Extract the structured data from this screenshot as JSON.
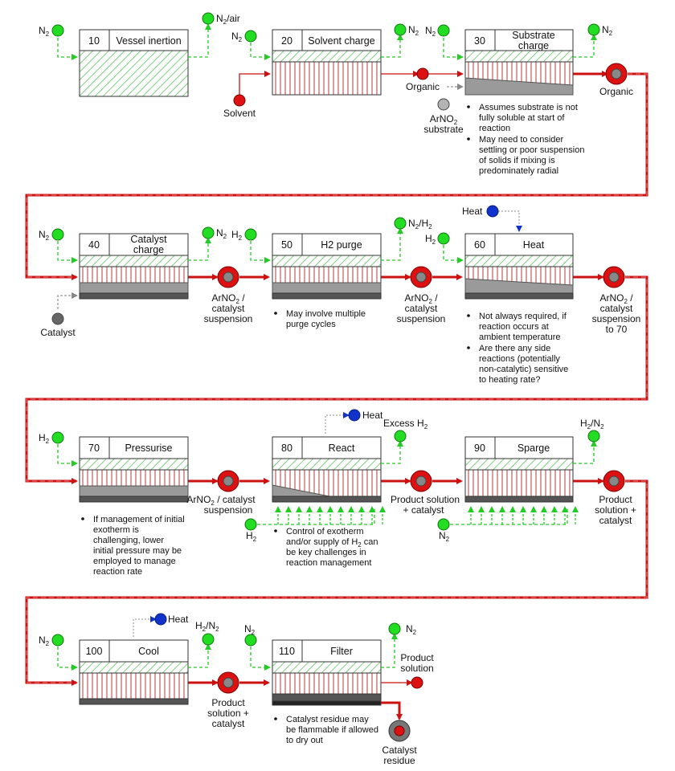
{
  "colors": {
    "process_line": "#cc1111",
    "gas_line": "#22cc22",
    "gas_node": "#22dd22",
    "heat_node": "#1133cc",
    "liquid_node": "#dd1111",
    "solid_node_light": "#b4b4b4",
    "solid_node_dark": "#666666",
    "hatch_green": "#5fbf5f",
    "hatch_red": "#b23b3b"
  },
  "steps": [
    {
      "num": "10",
      "title": "Vessel inertion",
      "gas_in": {
        "text": "N",
        "sub": "2"
      },
      "gas_out": {
        "text": "N",
        "sub": "2",
        "tail": "/air"
      }
    },
    {
      "num": "20",
      "title": "Solvent charge",
      "gas_in": {
        "text": "N",
        "sub": "2"
      },
      "gas_out": {
        "text": "N",
        "sub": "2"
      },
      "feed": "Solvent",
      "out_label": "Organic"
    },
    {
      "num": "30",
      "title": "Substrate charge",
      "gas_in": {
        "text": "N",
        "sub": "2"
      },
      "gas_out": {
        "text": "N",
        "sub": "2"
      },
      "feed": "ArNO2 substrate",
      "out_label": "Organic",
      "notes": [
        "Assumes substrate is not fully soluble at start of reaction",
        "May need to consider settling or poor suspension of solids if mixing is predominately radial"
      ]
    },
    {
      "num": "40",
      "title": "Catalyst charge",
      "gas_in": {
        "text": "N",
        "sub": "2"
      },
      "gas_out": {
        "text": "N",
        "sub": "2"
      },
      "feed": "Catalyst",
      "out_label": "ArNO2 / catalyst suspension"
    },
    {
      "num": "50",
      "title": "H2 purge",
      "gas_in": {
        "text": "H",
        "sub": "2"
      },
      "gas_out": {
        "text": "N",
        "sub": "2",
        "tail": "/H",
        "sub2": "2"
      },
      "out_label": "ArNO2 / catalyst suspension",
      "notes": [
        "May involve multiple purge cycles"
      ]
    },
    {
      "num": "60",
      "title": "Heat",
      "gas_in": {
        "text": "H",
        "sub": "2"
      },
      "heat": "Heat",
      "out_label": "ArNO2 / catalyst suspension to 70",
      "notes": [
        "Not always required, if reaction occurs at ambient temperature",
        "Are there any side reactions (potentially non-catalytic) sensitive to heating rate?"
      ]
    },
    {
      "num": "70",
      "title": "Pressurise",
      "gas_in": {
        "text": "H",
        "sub": "2"
      },
      "out_label": "ArNO2 / catalyst suspension",
      "notes": [
        "If management of initial exotherm is challenging, lower initial pressure may be employed to manage reaction rate"
      ]
    },
    {
      "num": "80",
      "title": "React",
      "heat": "Heat",
      "gas_out": {
        "text": "Excess H",
        "sub": "2"
      },
      "sparge": {
        "text": "H",
        "sub": "2"
      },
      "out_label": "Product solution + catalyst",
      "notes": [
        "Control of exotherm and/or supply of H2 can be key challenges in reaction management"
      ]
    },
    {
      "num": "90",
      "title": "Sparge",
      "gas_out": {
        "text": "H",
        "sub": "2",
        "tail": "/N",
        "sub2": "2"
      },
      "sparge": {
        "text": "N",
        "sub": "2"
      },
      "out_label": "Product solution + catalyst"
    },
    {
      "num": "100",
      "title": "Cool",
      "gas_in": {
        "text": "N",
        "sub": "2"
      },
      "heat": "Heat",
      "gas_out": {
        "text": "H",
        "sub": "2",
        "tail": "/N",
        "sub2": "2"
      },
      "out_label": "Product solution + catalyst"
    },
    {
      "num": "110",
      "title": "Filter",
      "gas_in": {
        "text": "N",
        "sub": "2"
      },
      "gas_out": {
        "text": "N",
        "sub": "2"
      },
      "product_out": "Product solution",
      "residue_out": "Catalyst residue",
      "notes": [
        "Catalyst residue may be flammable if allowed to dry out"
      ]
    }
  ]
}
